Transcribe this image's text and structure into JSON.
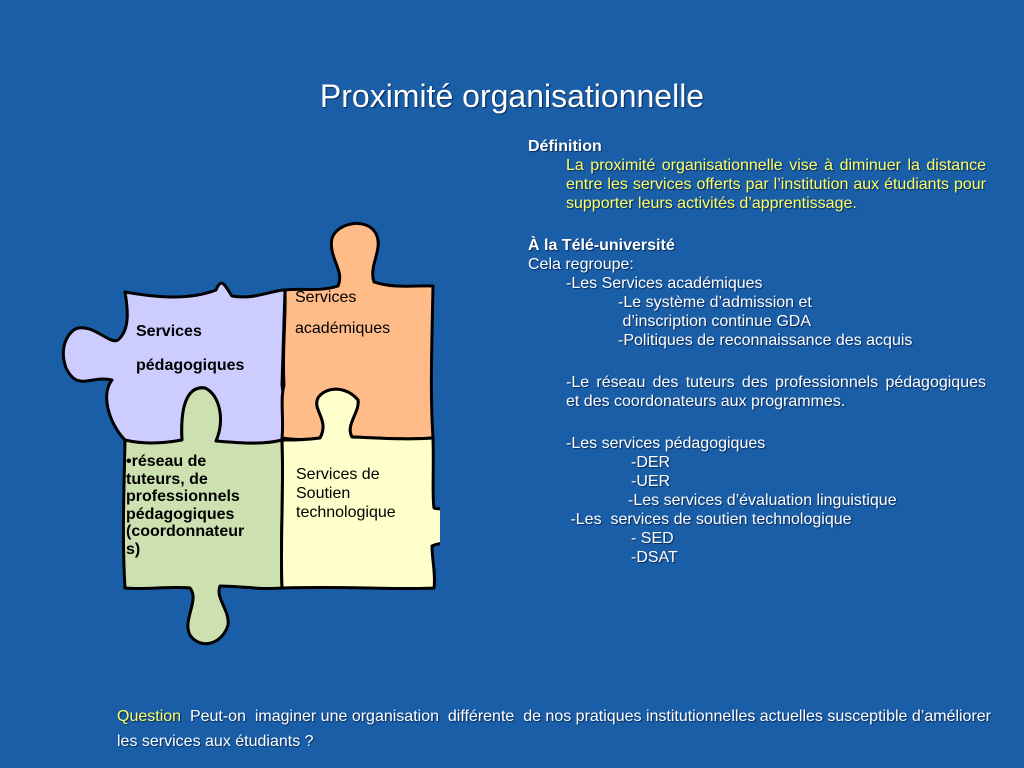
{
  "title": "Proximité organisationnelle",
  "colors": {
    "background": "#1a5ea8",
    "accent_text": "#ffff66",
    "piece_pedagogiques": "#ccccff",
    "piece_academiques": "#ffbb88",
    "piece_reseau": "#cce0b0",
    "piece_soutien": "#ffffcc"
  },
  "puzzle": {
    "pedagogiques": [
      "Services",
      "pédagogiques"
    ],
    "academiques": [
      "Services",
      "académiques"
    ],
    "reseau": "•réseau de\ntuteurs, de\nprofessionnels\npédagogiques\n(coordonnateur\ns)",
    "soutien": "Services de\nSoutien\ntechnologique"
  },
  "definition": {
    "heading": "Définition",
    "text": "La proximité organisationnelle vise à diminuer la distance entre  les services  offerts par l’institution aux étudiants pour supporter leurs activités d’apprentissage."
  },
  "teluq": {
    "heading": "À la Télé-université",
    "intro": "Cela regroupe:",
    "academiques": "-Les Services académiques",
    "admission_1": "-Le système d’admission et",
    "admission_2": " d’inscription continue GDA",
    "politiques": "-Politiques de reconnaissance des acquis",
    "reseau": "-Le réseau des tuteurs des professionnels pédagogiques et des coordonateurs aux programmes.",
    "pedagogiques": "-Les services pédagogiques",
    "der": "-DER",
    "uer": "-UER",
    "evaluation": "-Les services d’évaluation linguistique",
    "soutien": " -Les  services de soutien technologique",
    "sed": "- SED",
    "dsat": "-DSAT"
  },
  "question": {
    "label": "Question",
    "text": "  Peut-on  imaginer une organisation  différente  de nos pratiques institutionnelles actuelles susceptible d’améliorer les services aux étudiants ?"
  }
}
